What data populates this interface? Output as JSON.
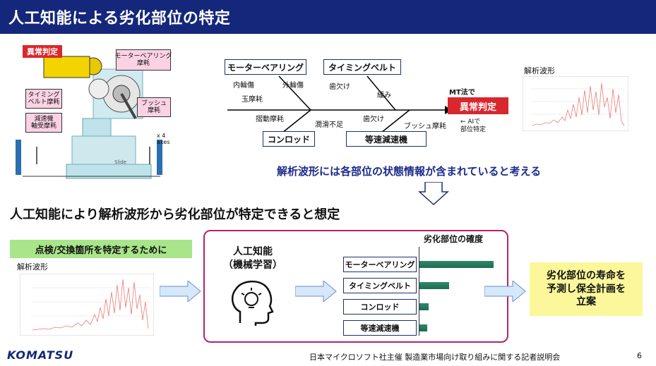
{
  "header": {
    "title": "人工知能による劣化部位の特定"
  },
  "machine": {
    "label_abnormal": "異常判定",
    "label_motor": "モーターベアリング\n摩耗",
    "label_timing": "タイミング\nベルト摩耗",
    "label_reducer": "減速機\n軸受摩耗",
    "label_bush": "ブッシュ\n摩耗",
    "axes": "x 4\naxes",
    "slide": "Slide"
  },
  "fishbone": {
    "box_motor": "モーターベアリング",
    "box_timing": "タイミングベルト",
    "box_conrod": "コンロッド",
    "box_reducer": "等速減速機",
    "small_inner": "内輪傷",
    "small_outer": "外輪傷",
    "small_ball": "玉摩耗",
    "small_tooth1": "歯欠け",
    "small_slack": "緩み",
    "small_slide": "摺動摩耗",
    "small_lube": "潤滑不足",
    "small_tooth2": "歯欠け",
    "small_bushwear": "ブッシュ摩耗",
    "mt_label": "MT法で",
    "result": "異常判定",
    "ai_note": "← AIで\n部位特定"
  },
  "waveform_top": {
    "label": "解析波形"
  },
  "conclusion_line": "解析波形には各部位の状態情報が含まれていると考える",
  "heading2": "人工知能により解析波形から劣化部位が特定できると想定",
  "bottom": {
    "green_label": "点検/交換箇所を特定するために",
    "waveform_label": "解析波形",
    "ai_title": "人工知能\n（機械学習）",
    "prob_title": "劣化部位の確度",
    "rows": [
      {
        "label": "モーターベアリング",
        "value": 0.95
      },
      {
        "label": "タイミングベルト",
        "value": 0.38
      },
      {
        "label": "コンロッド",
        "value": 0.12
      },
      {
        "label": "等速減速機",
        "value": 0.1
      }
    ],
    "result_text": "劣化部位の寿命を\n予測し保全計画を\n立案"
  },
  "footer": {
    "logo": "KOMATSU",
    "text": "日本マイクロソフト社主催 製造業市場向け取り組みに関する記者説明会",
    "page": "6"
  },
  "colors": {
    "navy": "#14277a",
    "red": "#d9272e",
    "pink": "#fbd2e4",
    "green": "#a9e58a",
    "yellow": "#fbf79a",
    "magenta": "#b4236b"
  }
}
